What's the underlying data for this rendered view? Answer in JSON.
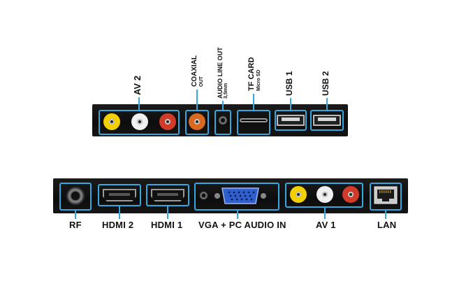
{
  "top_panel": {
    "labels": {
      "av2": "AV 2",
      "coaxial": "COAXIAL",
      "coaxial_sub": "OUT",
      "audio_line_out": "AUDIO LINE OUT",
      "audio_line_out_sub": "3,5mm",
      "tf_card": "TF CARD",
      "tf_card_sub": "Micro SD",
      "usb1": "USB 1",
      "usb2": "USB 2"
    }
  },
  "bottom_panel": {
    "labels": {
      "rf": "RF",
      "hdmi2": "HDMI 2",
      "hdmi1": "HDMI 1",
      "vga": "VGA + PC AUDIO IN",
      "av1": "AV 1",
      "lan": "LAN"
    }
  },
  "colors": {
    "highlight": "#36a7e0",
    "rca_yellow": "#f2d000",
    "rca_white": "#f0f0f0",
    "rca_red": "#d23a2a",
    "coax_orange": "#d9691f",
    "vga_blue": "#2f5fcf"
  },
  "icons": [
    "rca-yellow-icon",
    "rca-white-icon",
    "rca-red-icon",
    "coaxial-jack-icon",
    "audio-jack-icon",
    "sd-slot-icon",
    "usb-port-icon",
    "rf-connector-icon",
    "hdmi-port-icon",
    "vga-port-icon",
    "ethernet-port-icon"
  ]
}
